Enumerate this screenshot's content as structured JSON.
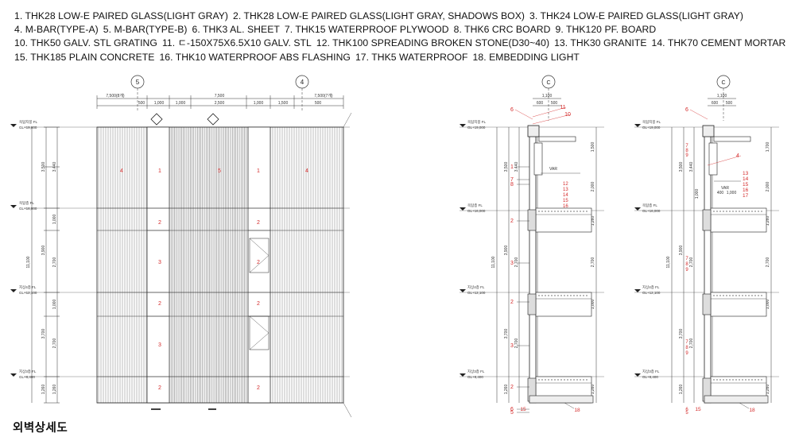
{
  "legend": {
    "lines": [
      [
        "1. THK28 LOW-E PAIRED GLASS(LIGHT GRAY)",
        "2. THK28 LOW-E PAIRED GLASS(LIGHT GRAY, SHADOWS BOX)",
        "3. THK24 LOW-E PAIRED GLASS(LIGHT GRAY)"
      ],
      [
        "4. M-BAR(TYPE-A)",
        "5. M-BAR(TYPE-B)",
        "6. THK3 AL. SHEET",
        "7. THK15 WATERPROOF PLYWOOD",
        "8. THK6 CRC BOARD",
        "9. THK120 PF. BOARD"
      ],
      [
        "10. THK50 GALV. STL GRATING",
        "11. ㄷ-150X75X6.5X10 GALV. STL",
        "12. THK100 SPREADING BROKEN STONE(D30~40)",
        "13. THK30 GRANITE",
        "14. THK70 CEMENT MORTAR"
      ],
      [
        "15. THK185 PLAIN CONCRETE",
        "16. THK10 WATERPROOF ABS FLASHING",
        "17. THK5 WATERPROOF",
        "18. EMBEDDING LIGHT"
      ]
    ]
  },
  "title": "외벽상세도",
  "elevation": {
    "grid_left": "5",
    "grid_right": "4",
    "dims_top": [
      "7,500(8개)",
      "7,500",
      "7,500(7개)"
    ],
    "dims_sub": [
      "500",
      "1,000",
      "1,000",
      "2,500",
      "1,000",
      "1,500",
      "500"
    ],
    "levels": [
      {
        "name": "옥탑지붕 FL",
        "gl": "GL+19,000"
      },
      {
        "name": "옥탑층 FL",
        "gl": "GL+16,000"
      },
      {
        "name": "지상4층 FL",
        "gl": "GL+12,100"
      },
      {
        "name": "지상3층 FL",
        "gl": "GL+8,400"
      }
    ],
    "dims_side_outer": [
      "3,500",
      "3,900",
      "3,700",
      "1,260"
    ],
    "dims_side_inner": [
      "3,440",
      "1,000",
      "2,700",
      "1,000",
      "2,700",
      "1,260"
    ],
    "dims_total": "11,100",
    "panel_labels": [
      "4",
      "1",
      "5",
      "1",
      "4"
    ],
    "win_labels_left": [
      "2",
      "3",
      "2",
      "3",
      "2"
    ],
    "win_labels_right": [
      "2",
      "2",
      "2",
      "2"
    ]
  },
  "section_a": {
    "grid": "C",
    "dims_top": [
      "1,100",
      "600",
      "500"
    ],
    "callouts_top": [
      "11",
      "10",
      "6"
    ],
    "callouts_left": [
      "1",
      "7",
      "8",
      "2",
      "3",
      "2",
      "3",
      "2",
      "6",
      "5"
    ],
    "callouts_mid": [
      "12",
      "13",
      "14",
      "15",
      "16"
    ],
    "callouts_bottom": [
      "15",
      "18"
    ],
    "dims_side": [
      "3,500",
      "3,440",
      "3,900",
      "2,700",
      "3,700",
      "2,700",
      "1,260",
      "1,000",
      "1,000",
      "11,100"
    ],
    "dims_right": [
      "1,500",
      "2,000",
      "1,260",
      "1,000",
      "2,700",
      "1,260"
    ],
    "levels": [
      {
        "name": "옥탑지붕 FL",
        "gl": "GL+19,000"
      },
      {
        "name": "옥탑층 FL",
        "gl": "GL+16,000"
      },
      {
        "name": "지상4층 FL",
        "gl": "GL+12,100"
      },
      {
        "name": "지상3층 FL",
        "gl": "GL+8,400"
      }
    ],
    "var_label": "VAR"
  },
  "section_b": {
    "grid": "C",
    "dims_top": [
      "1,100",
      "600",
      "500"
    ],
    "callouts_top": [
      "6",
      "4"
    ],
    "callouts_left": [
      "7",
      "8",
      "9",
      "7",
      "8",
      "9",
      "7",
      "8",
      "9",
      "6",
      "5"
    ],
    "callouts_right": [
      "13",
      "14",
      "15",
      "16",
      "17"
    ],
    "callouts_bottom": [
      "15",
      "18"
    ],
    "dims_side": [
      "3,500",
      "3,440",
      "3,900",
      "2,700",
      "3,700",
      "2,700",
      "1,260",
      "1,000",
      "11,100"
    ],
    "dims_right": [
      "1,700",
      "2,000",
      "1,260",
      "1,000",
      "2,700",
      "1,260"
    ],
    "dims_misc": [
      "1,000",
      "400",
      "1,000",
      "VAR"
    ],
    "levels": [
      {
        "name": "옥탑지붕 FL",
        "gl": "GL+19,000"
      },
      {
        "name": "옥탑층 FL",
        "gl": "GL+16,000"
      },
      {
        "name": "지상4층 FL",
        "gl": "GL+12,100"
      },
      {
        "name": "지상3층 FL",
        "gl": "GL+8,400"
      }
    ]
  }
}
